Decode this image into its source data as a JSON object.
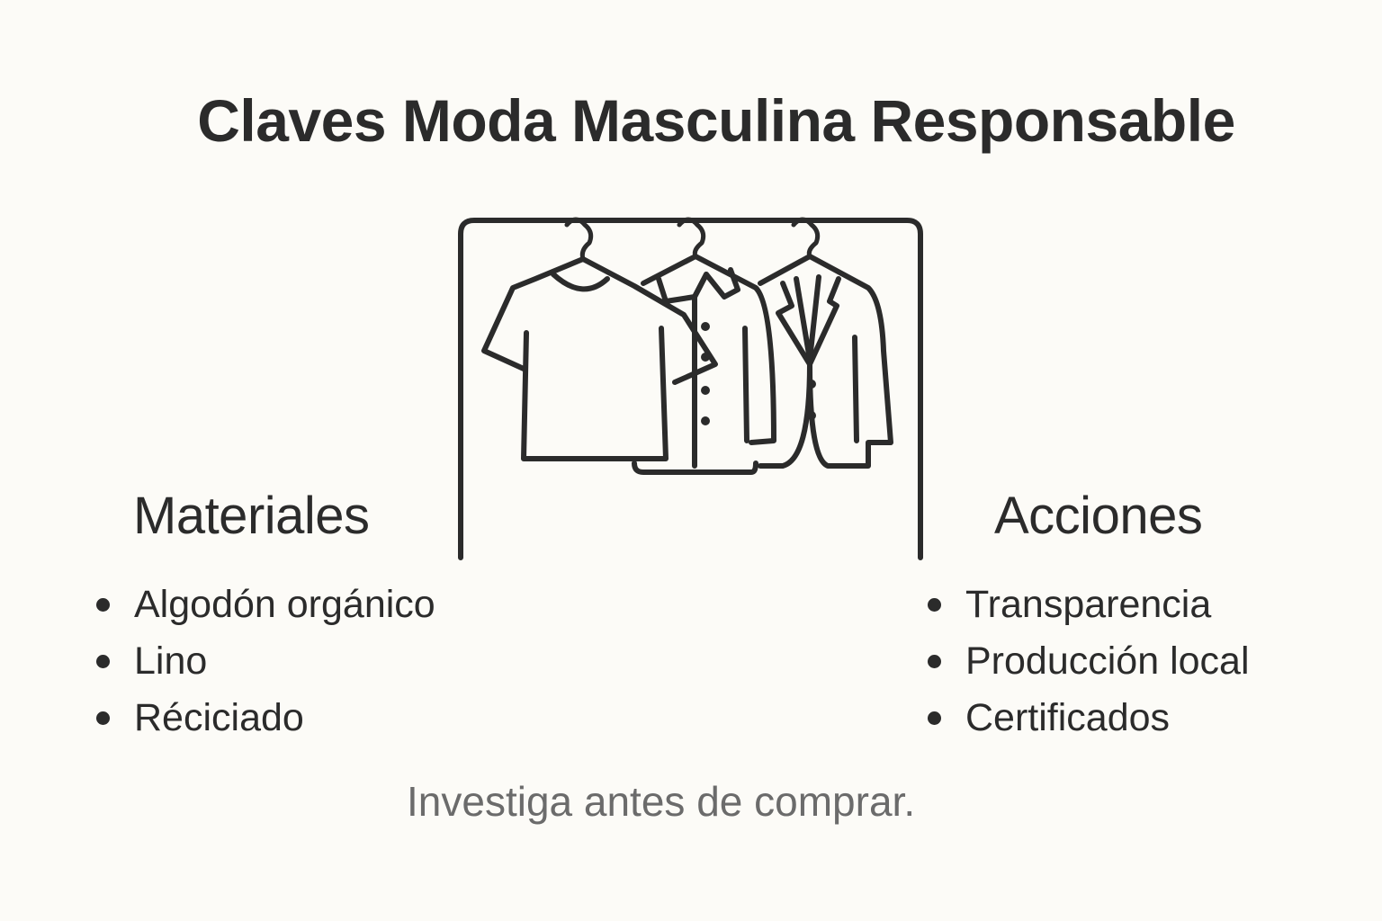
{
  "title": "Claves Moda Masculina Responsable",
  "illustration": {
    "icon": "clothing-rack-icon",
    "items": [
      "t-shirt-icon",
      "shirt-icon",
      "blazer-icon"
    ],
    "stroke_color": "#2b2b2b"
  },
  "materials": {
    "heading": "Materiales",
    "items": [
      "Algodón orgánico",
      "Lino",
      "Réciciado"
    ]
  },
  "actions": {
    "heading": "Acciones",
    "items": [
      "Transparencia",
      "Producción local",
      "Certificados"
    ]
  },
  "tagline": "Investiga antes de comprar.",
  "colors": {
    "background": "#fcfbf7",
    "text": "#2b2b2b",
    "muted_text": "#6b6b6b"
  }
}
